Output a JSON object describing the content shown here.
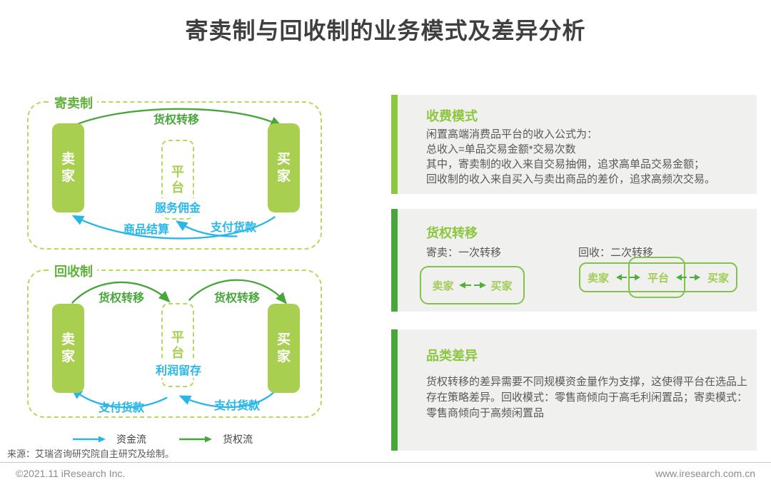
{
  "page": {
    "title": "寄卖制与回收制的业务模式及差异分析",
    "source_note": "来源：艾瑞咨询研究院自主研究及绘制。",
    "footer": {
      "left": "©2021.11 iResearch Inc.",
      "right": "www.iresearch.com.cn"
    }
  },
  "colors": {
    "accent_lime": "#a8cf4f",
    "dashed_border": "#b6d95e",
    "arrow_green": "#49a63c",
    "arrow_cyan": "#29b7e8",
    "section_bg": "#f0f0ee",
    "bar_lime": "#8dc63f",
    "bar_green": "#4aa63c",
    "title_text": "#3f3f3f",
    "body_text": "#595959",
    "footer_text": "#8c8c8c"
  },
  "diagrams": [
    {
      "label": "寄卖制",
      "seller": "卖家",
      "buyer": "买家",
      "platform": "平台",
      "arrows": {
        "ownership_transfer": "货权转移",
        "service_commission": "服务佣金",
        "goods_settlement": "商品结算",
        "payment": "支付货款"
      }
    },
    {
      "label": "回收制",
      "seller": "卖家",
      "buyer": "买家",
      "platform": "平台",
      "arrows": {
        "ownership_transfer_left": "货权转移",
        "ownership_transfer_right": "货权转移",
        "profit_retention": "利润留存",
        "payment_left": "支付货款",
        "payment_right": "支付货款"
      }
    }
  ],
  "legend": {
    "money_flow": "资金流",
    "goods_flow": "货权流"
  },
  "sections": [
    {
      "title": "收费模式",
      "body": "闲置高端消费品平台的收入公式为：\n总收入=单品交易金额*交易次数\n其中，寄卖制的收入来自交易抽佣，追求高单品交易金额；\n回收制的收入来自买入与卖出商品的差价，追求高频次交易。"
    },
    {
      "title": "货权转移",
      "consignment_label": "寄卖：一次转移",
      "recycle_label": "回收：二次转移",
      "consignment_chain": {
        "seller": "卖家",
        "buyer": "买家"
      },
      "recycle_chain": {
        "seller": "卖家",
        "platform": "平台",
        "buyer": "买家"
      }
    },
    {
      "title": "品类差异",
      "body": "货权转移的差异需要不同规模资金量作为支撑，这使得平台在选品上存在策略差异。回收模式：零售商倾向于高毛利闲置品；寄卖模式：零售商倾向于高频闲置品"
    }
  ]
}
